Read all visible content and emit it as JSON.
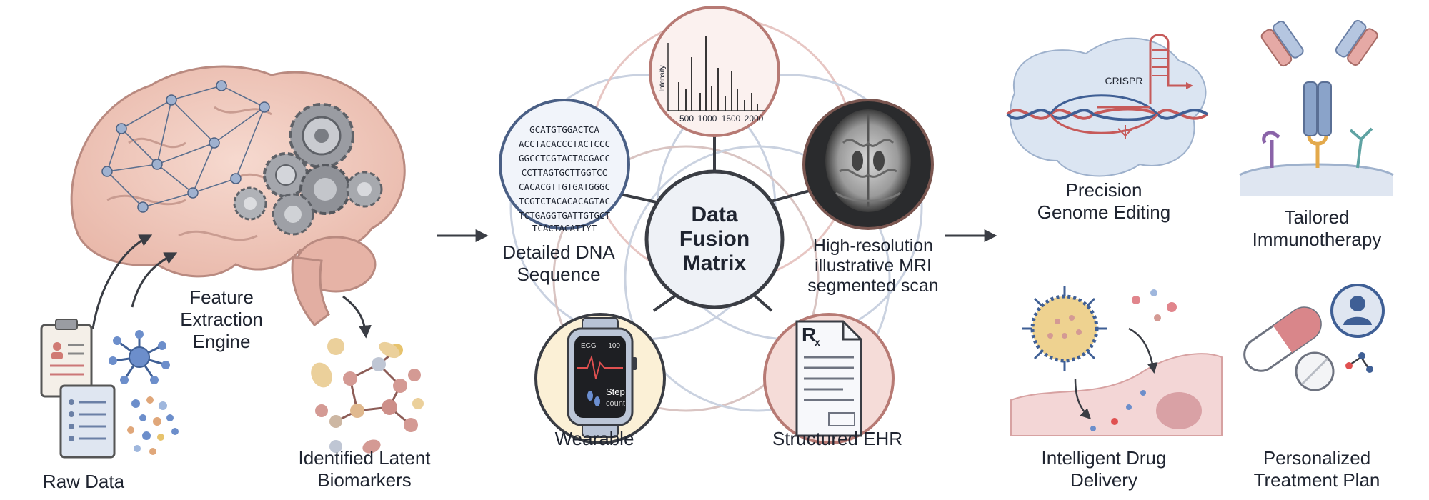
{
  "labels": {
    "raw_data": "Raw Data",
    "feature_line1": "Feature",
    "feature_line2": "Extraction",
    "feature_line3": "Engine",
    "biomarkers_line1": "Identified Latent",
    "biomarkers_line2": "Biomarkers",
    "fusion_line1": "Data",
    "fusion_line2": "Fusion",
    "fusion_line3": "Matrix",
    "dna_line1": "Detailed DNA",
    "dna_line2": "Sequence",
    "mri_line1": "High-resolution",
    "mri_line2": "illustrative MRI",
    "mri_line3": "segmented scan",
    "wearable": "Wearable",
    "ehr": "Structured EHR",
    "genome_line1": "Precision",
    "genome_line2": "Genome Editing",
    "immuno_line1": "Tailored",
    "immuno_line2": "Immunotherapy",
    "drug_line1": "Intelligent Drug",
    "drug_line2": "Delivery",
    "plan_line1": "Personalized",
    "plan_line2": "Treatment Plan"
  },
  "dna_sequence": [
    "GCATGTGGACTCA",
    "ACCTACACCCTACTCCC",
    "GGCCTCGTACTACGACC",
    "CCTTAGTGCTTGGTCC",
    "CACACGTTGTGATGGGC",
    "TCGTCTACACACAGTAC",
    "TCTGAGGTGATTGTGCT",
    "TCACTACATTYT"
  ],
  "spectrum": {
    "ylabel": "Intensity",
    "ticks": [
      "500",
      "1000",
      "1500",
      "2000"
    ]
  },
  "watch": {
    "ecg": "ECG",
    "value": "100",
    "step_line1": "Step",
    "step_line2": "count"
  },
  "ehr_doc": {
    "rx": "R",
    "rx_sub": "x"
  },
  "crispr": "CRISPR"
}
